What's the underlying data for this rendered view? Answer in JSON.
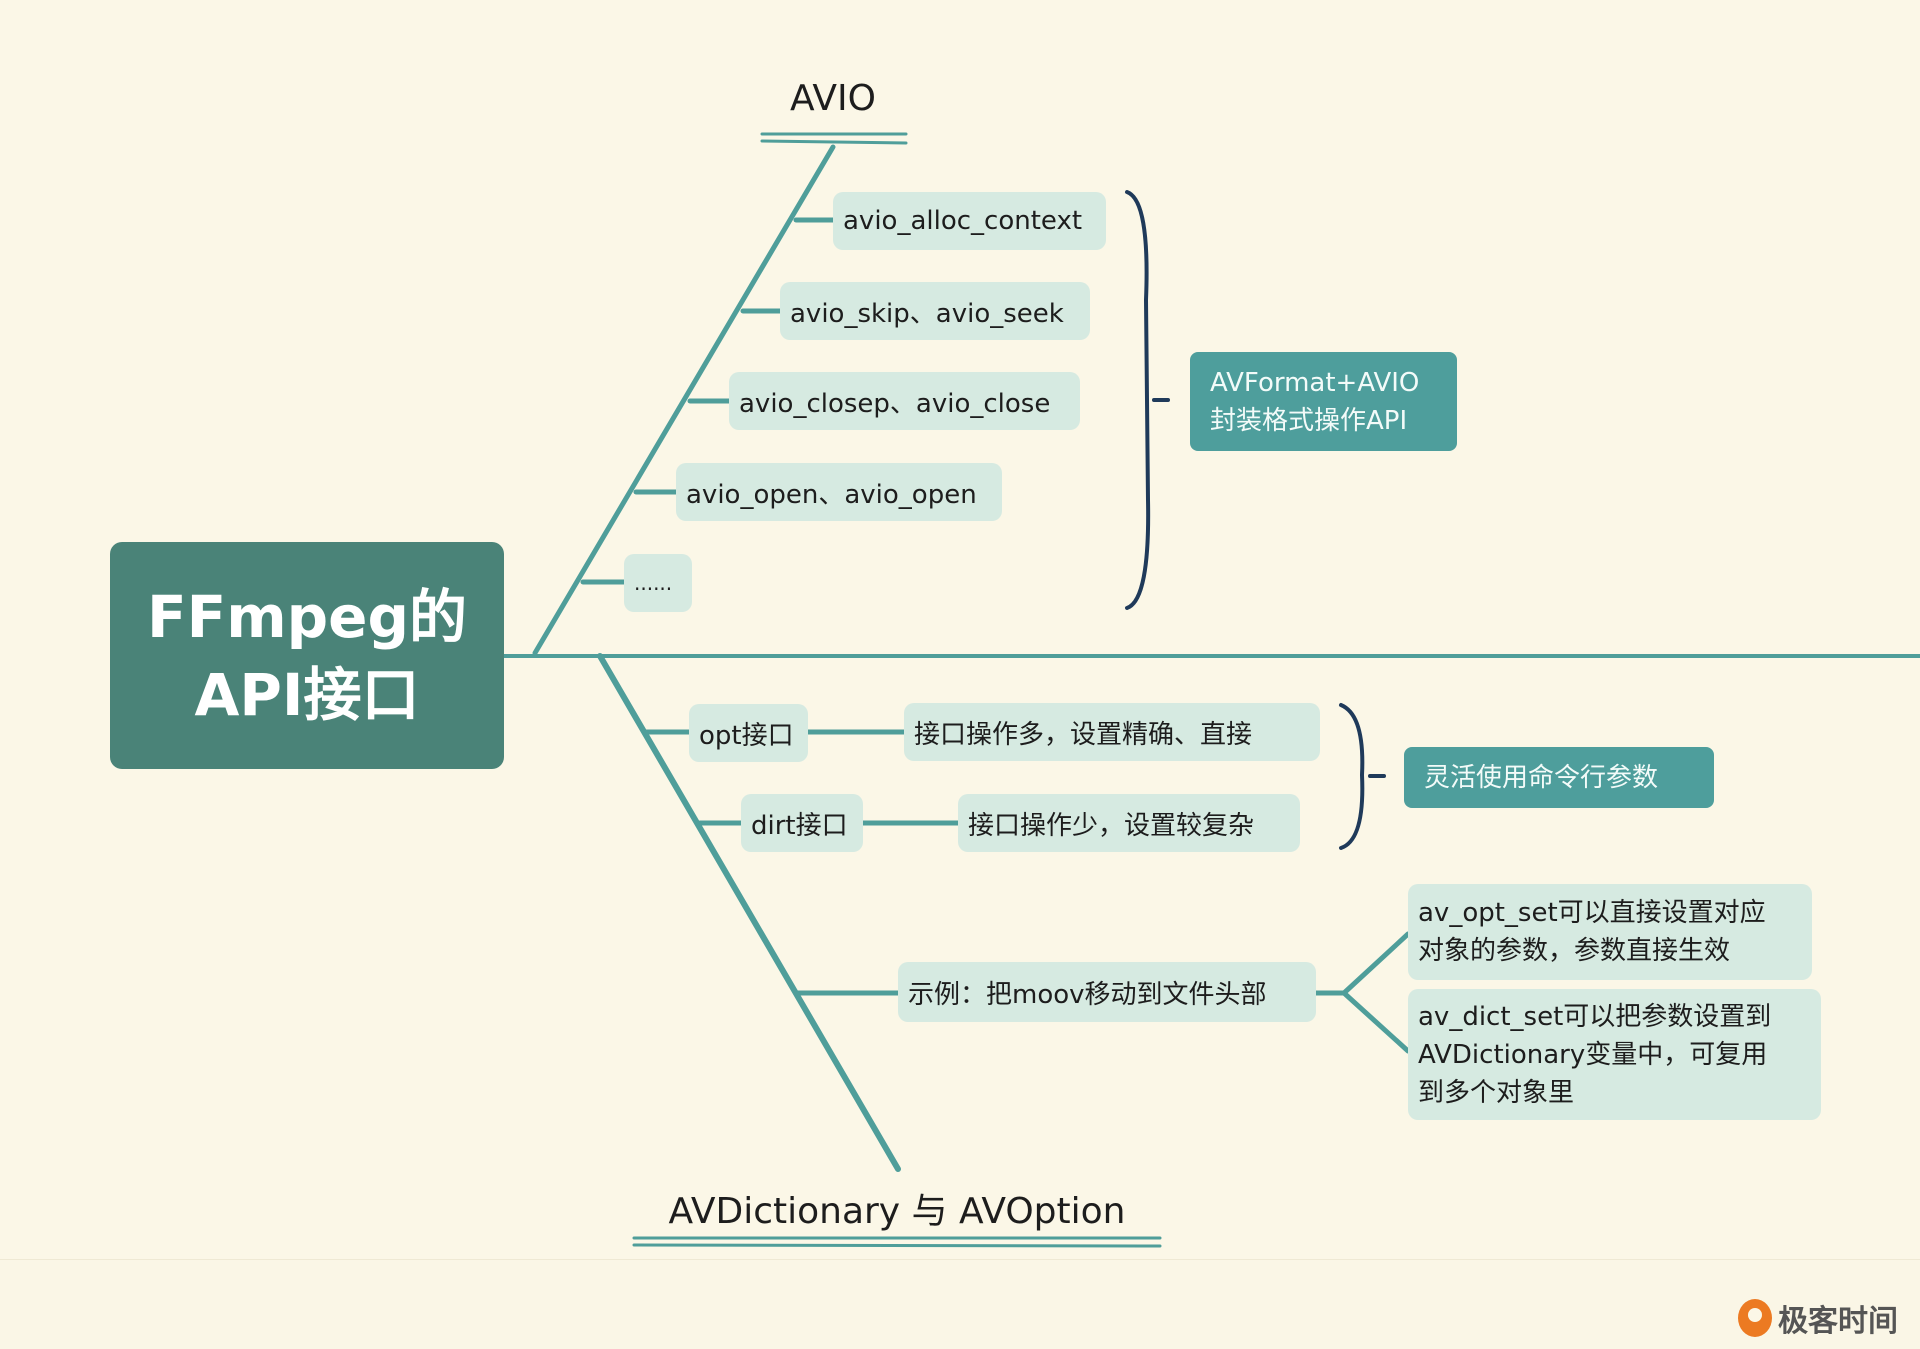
{
  "root": {
    "line1": "FFmpeg的",
    "line2": "API接口"
  },
  "avio": {
    "title": "AVIO",
    "items": [
      "avio_alloc_context",
      "avio_skip、avio_seek",
      "avio_closep、avio_close",
      "avio_open、avio_open",
      "......"
    ],
    "summary": {
      "line1": "AVFormat+AVIO",
      "line2": "封装格式操作API"
    }
  },
  "avdict": {
    "title": "AVDictionary 与 AVOption",
    "opt": {
      "label": "opt接口",
      "desc": "接口操作多，设置精确、直接"
    },
    "dirt": {
      "label": "dirt接口",
      "desc": "接口操作少，设置较复杂"
    },
    "summary": "灵活使用命令行参数",
    "example": {
      "label": "示例：把moov移动到文件头部",
      "opt_note": {
        "line1": "av_opt_set可以直接设置对应",
        "line2": "对象的参数，参数直接生效"
      },
      "dict_note": {
        "line1": "av_dict_set可以把参数设置到",
        "line2": "AVDictionary变量中，可复用",
        "line3": "到多个对象里"
      }
    }
  },
  "footer": {
    "brand": "极客时间"
  },
  "colors": {
    "background": "#fbf7e7",
    "line": "#4f9e9a",
    "root": "#4a8378",
    "node": "#d6eae1",
    "brace": "#1f3a5a"
  }
}
